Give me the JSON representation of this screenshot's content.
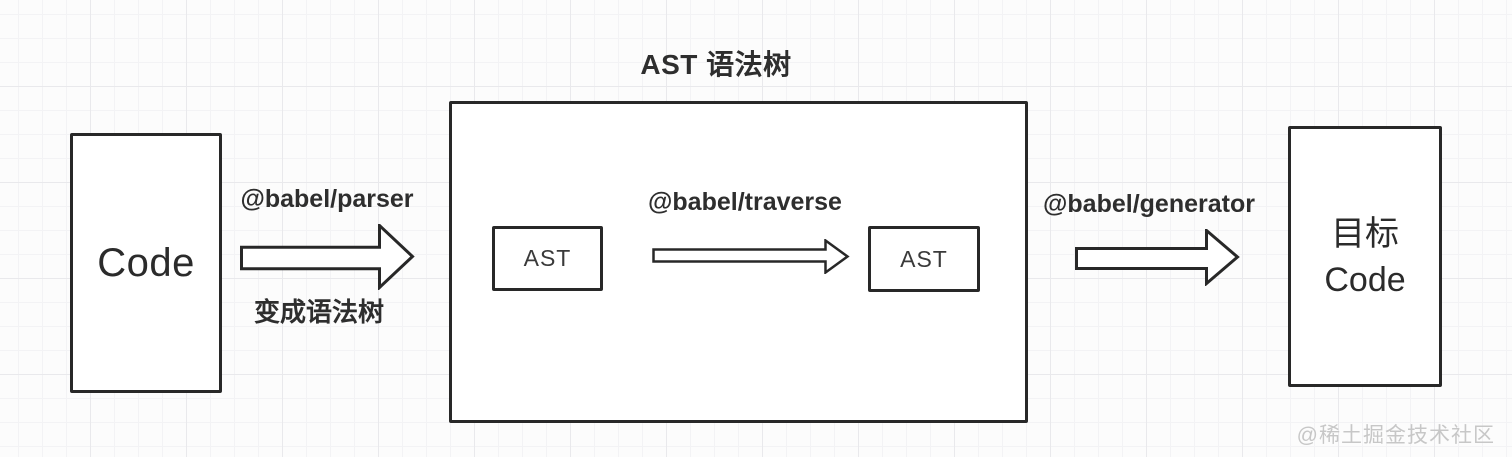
{
  "diagram": {
    "title": "AST 语法树",
    "source_box": {
      "label": "Code"
    },
    "parser_arrow": {
      "label_top": "@babel/parser",
      "label_bottom": "变成语法树"
    },
    "ast_container": {
      "left_ast_box": {
        "label": "AST"
      },
      "traverse_arrow": {
        "label": "@babel/traverse"
      },
      "right_ast_box": {
        "label": "AST"
      }
    },
    "generator_arrow": {
      "label": "@babel/generator"
    },
    "target_box": {
      "label_line1": "目标",
      "label_line2": "Code"
    },
    "watermark": "@稀土掘金技术社区"
  },
  "colors": {
    "background": "#fcfcfc",
    "grid_minor": "#f3f3f5",
    "grid_major": "#e9e9ec",
    "stroke": "#282828",
    "text": "#2e2e2e",
    "box_fill": "#ffffff",
    "watermark": "#c7c7c7"
  }
}
